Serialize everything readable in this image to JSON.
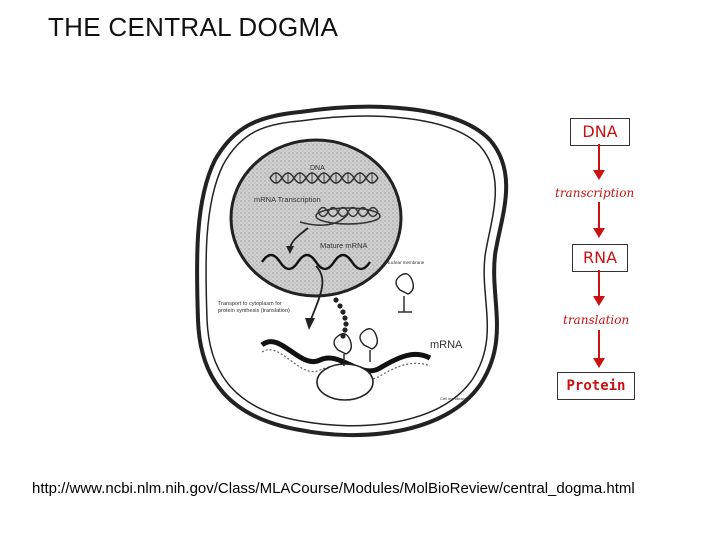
{
  "slide": {
    "title": "THE CENTRAL DOGMA",
    "source_url": "http://www.ncbi.nlm.nih.gov/Class/MLACourse/Modules/MolBioReview/central_dogma.html"
  },
  "diagram": {
    "dna": "DNA",
    "mrna_transcription": "mRNA Transcription",
    "mature_mrna": "Mature mRNA",
    "nuclear_membrane": "Nuclear membrane",
    "transport_line1": "Transport to cytoplasm for",
    "transport_line2": "protein synthesis (translation)",
    "mrna": "mRNA",
    "cell_membrane": "Cell membrane"
  },
  "flow": {
    "dna": "DNA",
    "transcription": "transcription",
    "rna": "RNA",
    "translation": "translation",
    "protein": "Protein"
  },
  "colors": {
    "accent": "#cc1111",
    "nucleus_fill": "#c8c8c8"
  }
}
